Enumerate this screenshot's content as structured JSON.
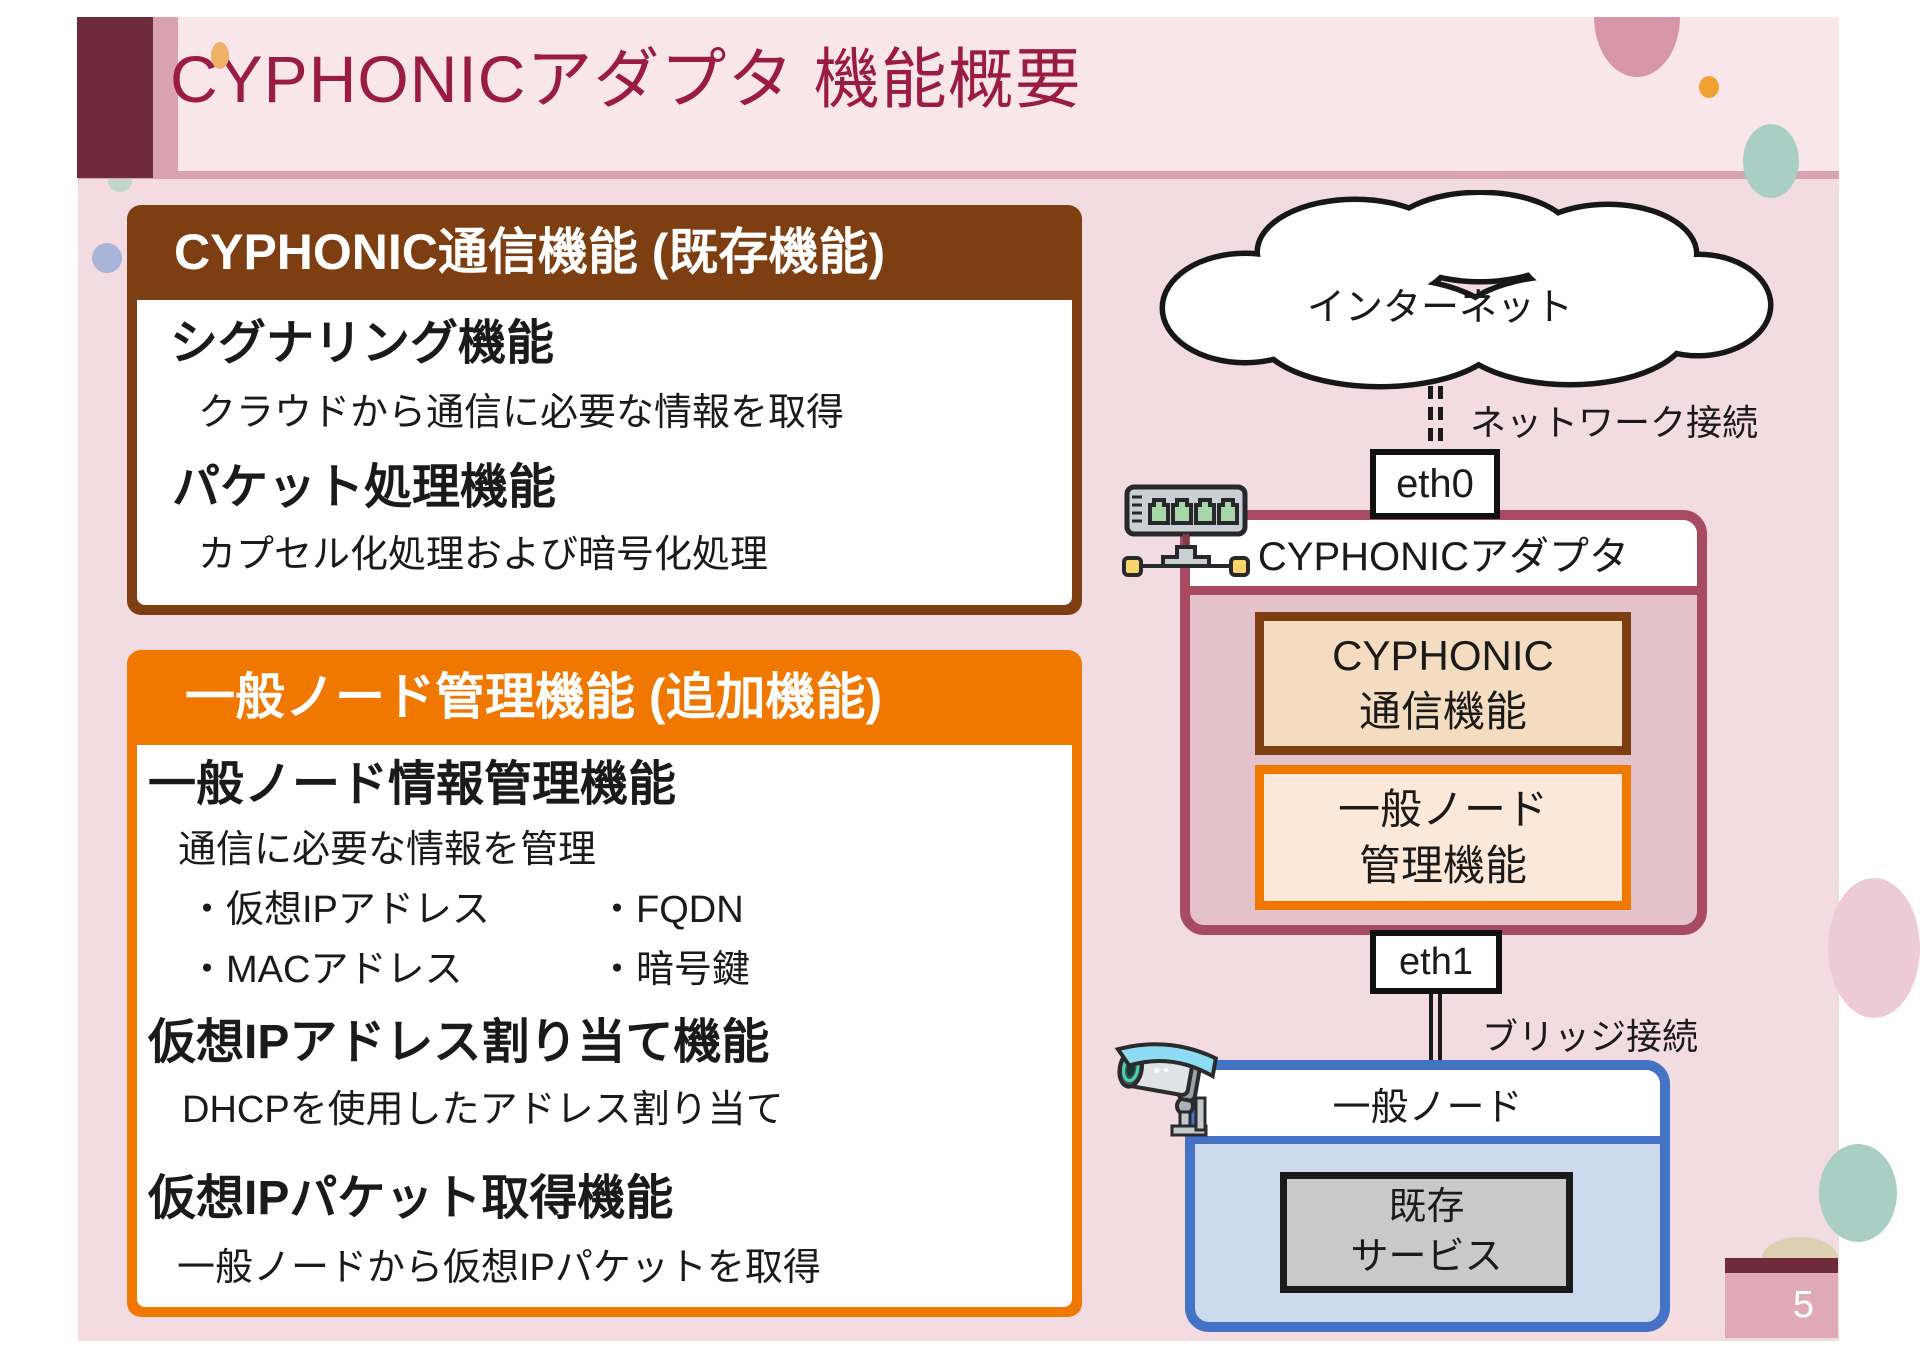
{
  "title": "CYPHONICアダプタ 機能概要",
  "page_number": "5",
  "existing_box": {
    "header": "CYPHONIC通信機能 (既存機能)",
    "item1_heading": "シグナリング機能",
    "item1_desc": "クラウドから通信に必要な情報を取得",
    "item2_heading": "パケット処理機能",
    "item2_desc": "カプセル化処理および暗号化処理"
  },
  "added_box": {
    "header": "一般ノード管理機能 (追加機能)",
    "item1_heading": "一般ノード情報管理機能",
    "item1_desc": "通信に必要な情報を管理",
    "item1_bullets_r1c1": "・仮想IPアドレス",
    "item1_bullets_r1c2": "・FQDN",
    "item1_bullets_r2c1": "・MACアドレス",
    "item1_bullets_r2c2": "・暗号鍵",
    "item2_heading": "仮想IPアドレス割り当て機能",
    "item2_desc": "DHCPを使用したアドレス割り当て",
    "item3_heading": "仮想IPパケット取得機能",
    "item3_desc": "一般ノードから仮想IPパケットを取得"
  },
  "diagram": {
    "internet_label": "インターネット",
    "network_connection_label": "ネットワーク接続",
    "eth0_label": "eth0",
    "adapter_label": "CYPHONICアダプタ",
    "comm_function_line1": "CYPHONIC",
    "comm_function_line2": "通信機能",
    "mgmt_function_line1": "一般ノード",
    "mgmt_function_line2": "管理機能",
    "eth1_label": "eth1",
    "bridge_connection_label": "ブリッジ接続",
    "node_label": "一般ノード",
    "service_line1": "既存",
    "service_line2": "サービス"
  },
  "icons": {
    "switch": "network-switch-icon",
    "camera": "security-camera-icon",
    "cloud": "internet-cloud-shape"
  },
  "colors": {
    "maroon": "#6d2b3b",
    "title_text": "#9a1c44",
    "dusty_pink": "#d8a2b0",
    "brown": "#7d3f12",
    "orange": "#f07800",
    "adapter_border": "#a84a62",
    "adapter_fill": "#e3c2cc",
    "comm_fill": "#f3dcc0",
    "mgmt_fill": "#fce8d9",
    "node_border": "#4472c4",
    "node_fill": "#cdd9ec",
    "service_fill": "#c9c9c9"
  }
}
